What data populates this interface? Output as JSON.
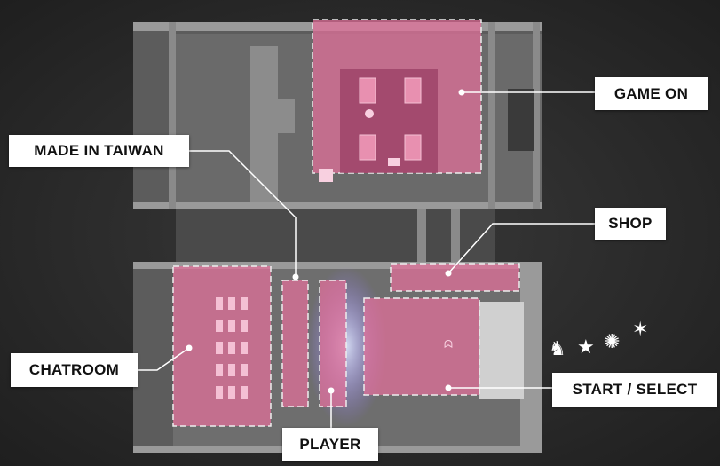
{
  "labels": {
    "game_on": "GAME ON",
    "made_in_taiwan": "MADE IN TAIWAN",
    "shop": "SHOP",
    "chatroom": "CHATROOM",
    "start_select": "START / SELECT",
    "player": "PLAYER"
  },
  "colors": {
    "background": "#2b2b2b",
    "zone_fill": "#e0709a",
    "floor": "#6e6e6e",
    "wall": "#9a9a9a",
    "label_bg": "#ffffff"
  }
}
